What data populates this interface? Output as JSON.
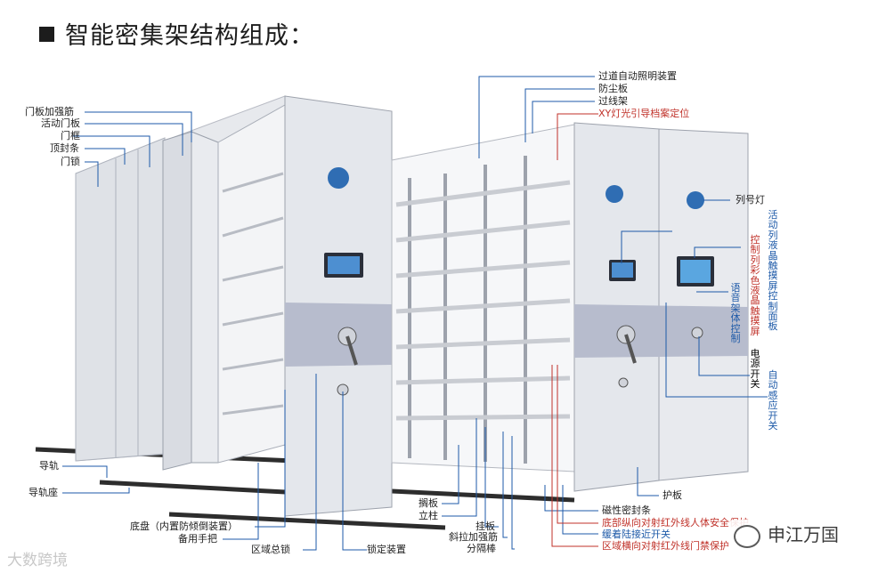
{
  "title": "智能密集架结构组成：",
  "labels_left": {
    "door_rib": "门板加强筋",
    "movable_door": "活动门板",
    "door_frame": "门框",
    "top_seal": "顶封条",
    "door_lock": "门锁",
    "rail": "导轨",
    "rail_seat": "导轨座"
  },
  "labels_bottom": {
    "chassis": "底盘（内置防倾倒装置）",
    "spare_handle": "备用手把",
    "zone_lock": "区域总锁",
    "lock_device": "锁定装置",
    "shelf_board": "搁板",
    "column": "立柱",
    "hanger_board": "挂板",
    "diagonal_rib": "斜拉加强筋",
    "divider_rod": "分隔棒"
  },
  "labels_top": {
    "aisle_light": "过道自动照明装置",
    "dust_board": "防尘板",
    "cable_rack": "过线架",
    "xy_light": "XY灯光引导档案定位"
  },
  "labels_right": {
    "row_light": "列号灯",
    "guard_plate": "护板",
    "magnetic_seal": "磁性密封条",
    "electrical_switch": "电源开关"
  },
  "labels_vertical": {
    "lcd_touch_panel": "活动列液晶触摸屏控制面板",
    "color_lcd_screen": "控制列彩色液晶触摸屏",
    "voice_control": "语音架体控制",
    "auto_sensor_switch": "自动感应开关"
  },
  "labels_bottom_right": {
    "bottom_ir_safety": "底部纵向对射红外线人体安全保护",
    "buffer_switch": "缓着陆接近开关",
    "zone_ir_protect": "区域横向对射红外线门禁保护"
  },
  "watermarks": {
    "left": "大数跨境",
    "right": "申江万国"
  },
  "colors": {
    "blue_label": "#1e5aa8",
    "red_label": "#c0322a",
    "panel": "#e4e7ec",
    "band": "#b7bccd"
  }
}
